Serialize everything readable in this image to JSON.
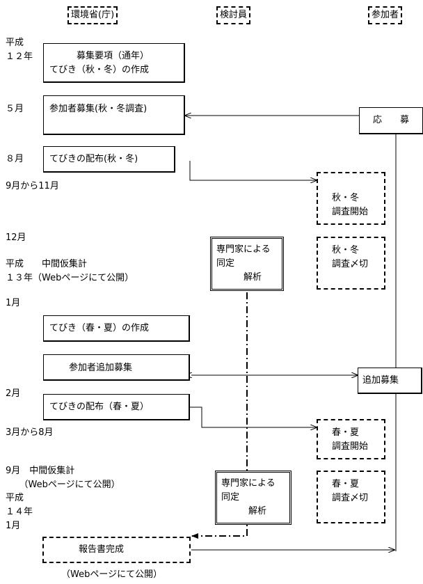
{
  "headers": {
    "ministry": "環境省(庁)",
    "reviewer": "検討員",
    "participant": "参加者"
  },
  "timeline": {
    "heisei12": "平成\n１２年",
    "may": "５月",
    "aug": "８月",
    "sep_nov": "9月から11月",
    "dec": "12月",
    "heisei13": "平成　　中間仮集計\n１３年（Webページにて公開）",
    "jan": "1月",
    "feb": "2月",
    "mar_aug": "3月から8月",
    "sep": "9月　中間仮集計\n　　（Webページにて公開）",
    "heisei14": "平成\n１４年\n1月",
    "footer": "（Webページにて公開）"
  },
  "ministry": {
    "b1": "　　　募集要項（通年）\nてびき（秋・冬）の作成",
    "b2": "参加者募集(秋・冬調査)",
    "b3": "てびきの配布(秋・冬)",
    "b4": "てびき（春・夏）の作成",
    "b5": "参加者追加募集",
    "b6": "てびきの配布（春・夏）",
    "b7": "報告書完成"
  },
  "reviewer": {
    "r1": "専門家による\n同定\n　　　解析",
    "r2": "専門家による\n同定\n　　　解析"
  },
  "participant": {
    "apply": "応　　募",
    "p1": "秋・冬\n調査開始",
    "p2": "秋・冬\n調査〆切",
    "add": "追加募集",
    "p3": "春・夏\n調査開始",
    "p4": "春・夏\n調査〆切"
  }
}
